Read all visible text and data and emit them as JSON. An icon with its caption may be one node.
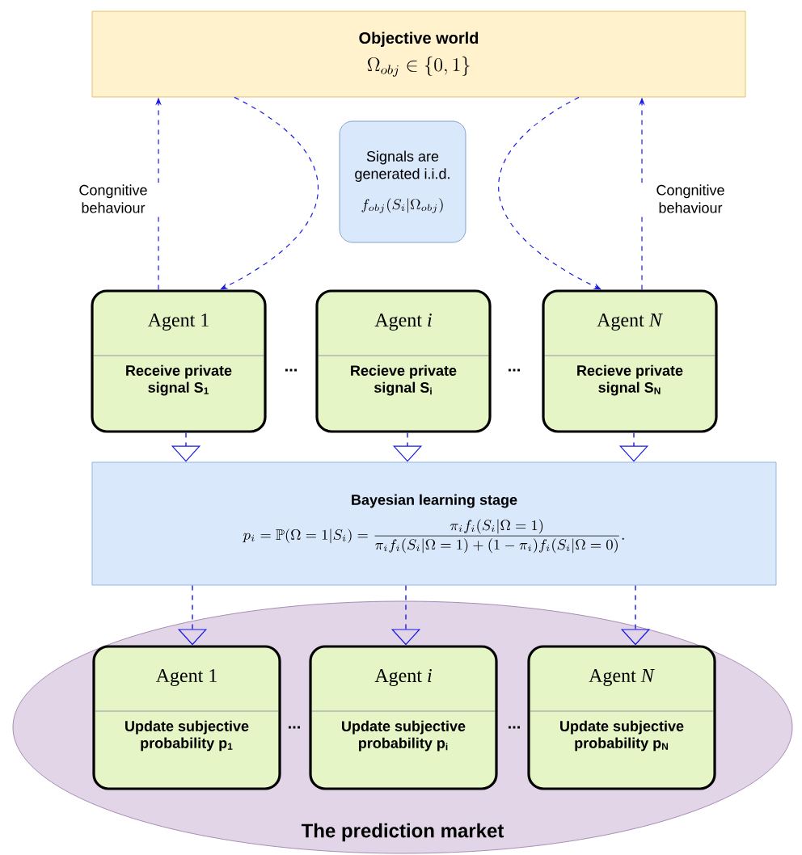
{
  "diagram": {
    "nodes": [
      {
        "text": [
          "Objective world",
          "\\Omega_{obj} \\in \\{0,1\\}"
        ]
      },
      {
        "text": [
          "Signals are generated i.i.d.",
          "f_{obj}(S_i|\\Omega_{obj})"
        ]
      },
      {
        "text": [
          "Agent 1",
          "Receive private signal S$_{1}$"
        ]
      },
      {
        "text": [
          "Agent *i*",
          "Recieve private signal S$_{i}$"
        ]
      },
      {
        "text": [
          "Agent *N*",
          "Recieve private signal S$_{N}$"
        ]
      },
      {
        "text": [
          "Bayesian learning stage",
          "p_i = \\mathbb{P}(\\Omega = 1|S_i) = \\frac{\\pi_i f_i(S_i|\\Omega = 1)}{\\pi_i f_i(S_i|\\Omega = 1) + (1-\\pi_i) f_i(S_i|\\Omega = 0)}."
        ]
      },
      {
        "text": [
          "The prediction market"
        ]
      },
      {
        "text": [
          "Agent 1",
          "Update subjective probability p$_{1}$"
        ],
        "in": 6
      },
      {
        "text": [
          "Agent *i*",
          "Update subjective probability p$_{i}$"
        ],
        "in": 6
      },
      {
        "text": [
          "Agent *N*",
          "Update subjective probability p$_{N}$"
        ],
        "in": 6
      }
    ],
    "edges": [
      {
        "from": 2,
        "to": 0,
        "arrow": "to",
        "style": "dashed",
        "label": "Congnitive behaviour"
      },
      {
        "from": 4,
        "to": 0,
        "arrow": "to",
        "style": "dashed",
        "label": "Congnitive behaviour"
      },
      {
        "from": 0,
        "to": 2,
        "arrow": "to",
        "style": "dashed"
      },
      {
        "from": 0,
        "to": 4,
        "arrow": "to",
        "style": "dashed"
      },
      {
        "from": 2,
        "to": 5,
        "arrow": "to",
        "style": "dashed"
      },
      {
        "from": 3,
        "to": 5,
        "arrow": "to",
        "style": "dashed"
      },
      {
        "from": 4,
        "to": 5,
        "arrow": "to",
        "style": "dashed"
      },
      {
        "from": 5,
        "to": 7,
        "arrow": "to",
        "style": "dashed"
      },
      {
        "from": 5,
        "to": 8,
        "arrow": "to",
        "style": "dashed"
      },
      {
        "from": 5,
        "to": 9,
        "arrow": "to",
        "style": "dashed"
      }
    ],
    "labels": [
      "...",
      "...",
      "...",
      "..."
    ]
  }
}
